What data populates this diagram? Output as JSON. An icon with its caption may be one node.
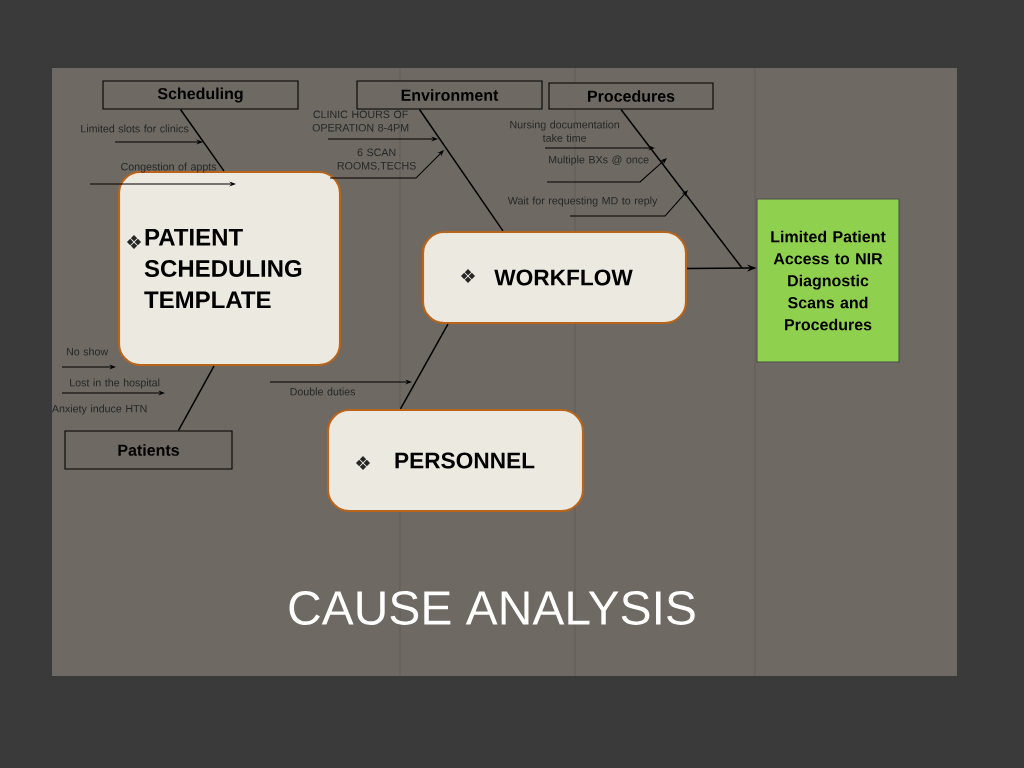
{
  "diagram": {
    "title": "CAUSE ANALYSIS",
    "nodes": [
      {
        "text": [
          "Scheduling"
        ]
      },
      {
        "text": [
          "Environment"
        ]
      },
      {
        "text": [
          "Procedures"
        ]
      },
      {
        "text": [
          "Patients"
        ]
      },
      {
        "text": [
          "Limited Patient Access to NIR Diagnostic Scans and Procedures"
        ]
      },
      {
        "text": [
          "PATIENT SCHEDULING TEMPLATE"
        ]
      },
      {
        "text": [
          "WORKFLOW"
        ]
      },
      {
        "text": [
          "PERSONNEL"
        ]
      }
    ],
    "edges": [
      {
        "from": 6,
        "to": 4,
        "arrow": "to"
      },
      {
        "from": 0,
        "to": 5,
        "arrow": "none"
      },
      {
        "from": 1,
        "to": 6,
        "arrow": "none"
      },
      {
        "from": 2,
        "to": null,
        "arrow": "none"
      },
      {
        "from": 3,
        "to": 5,
        "arrow": "none"
      },
      {
        "from": 7,
        "to": 6,
        "arrow": "none"
      }
    ],
    "labels": [
      "Limited slots for clinics",
      "Congestion of appts",
      "CLINIC HOURS OF OPERATION 8-4PM",
      "6 SCAN ROOMS,TECHS",
      "Nursing documentation take time",
      "Multiple BXs @ once",
      "Wait for requesting MD to reply",
      "No show",
      "Lost in the hospital",
      "Anxiety induce HTN",
      "Double duties"
    ]
  }
}
